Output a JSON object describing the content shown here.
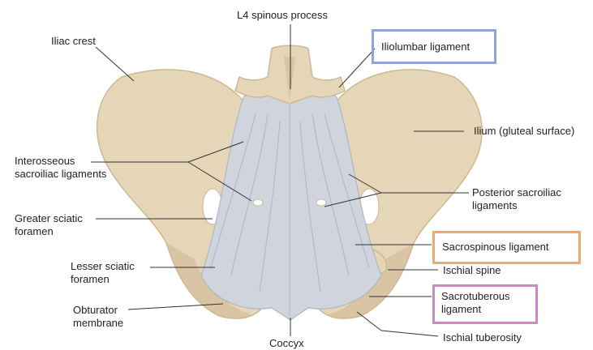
{
  "figure": {
    "labels": {
      "l4": "L4 spinous process",
      "iliac_crest": "Iliac crest",
      "iliolumbar": "Iliolumbar ligament",
      "ilium": "Ilium (gluteal surface)",
      "interosseous": "Interosseous\nsacroiliac ligaments",
      "posterior_sacroiliac": "Posterior sacroiliac\nligaments",
      "greater_sciatic": "Greater sciatic\nforamen",
      "sacrospinous": "Sacrospinous ligament",
      "lesser_sciatic": "Lesser sciatic\nforamen",
      "ischial_spine": "Ischial spine",
      "obturator": "Obturator\nmembrane",
      "sacrotuberous": "Sacrotuberous\nligament",
      "coccyx": "Coccyx",
      "ischial_tuberosity": "Ischial tuberosity"
    },
    "highlight_colors": {
      "iliolumbar": "#8fa4d6",
      "sacrospinous": "#f0a772",
      "sacrotuberous": "#c98ac6"
    },
    "palette": {
      "bone": "#e6d6b8",
      "bone_shade": "#cdb891",
      "ligament": "#cfd4dd",
      "ligament_line": "#aeb6c4",
      "leader_line": "#333333"
    }
  }
}
